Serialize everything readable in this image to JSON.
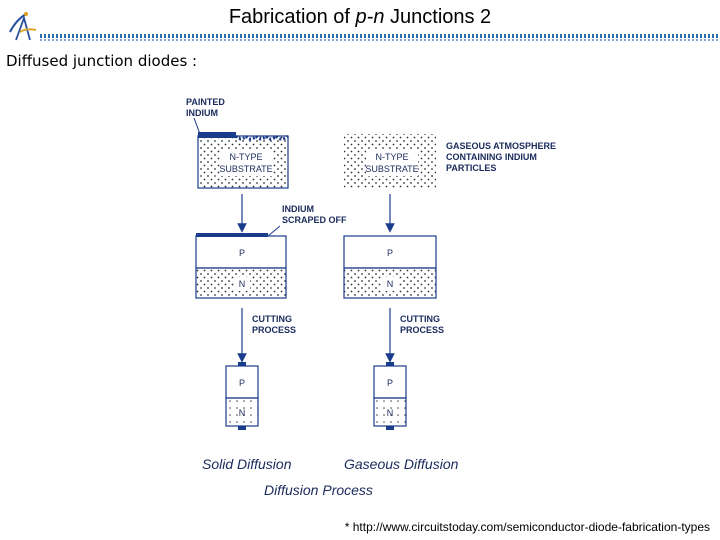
{
  "slide": {
    "title_before": "Fabrication of ",
    "title_italic": "p-n",
    "title_after": " Junctions 2",
    "subtitle": "Diffused junction diodes :",
    "source": "* http://www.circuitstoday.com/semiconductor-diode-fabrication-types"
  },
  "figure": {
    "painted_indium_1": "PAINTED",
    "painted_indium_2": "INDIUM",
    "substrate_1": "N-TYPE",
    "substrate_2": "SUBSTRATE",
    "gas_1": "GASEOUS ATMOSPHERE",
    "gas_2": "CONTAINING INDIUM",
    "gas_3": "PARTICLES",
    "scraped_1": "INDIUM",
    "scraped_2": "SCRAPED OFF",
    "p_label": "P",
    "n_label": "N",
    "cutting_1": "CUTTING",
    "cutting_2": "PROCESS",
    "solid_caption": "Solid Diffusion",
    "gaseous_caption": "Gaseous Diffusion",
    "process_caption": "Diffusion Process"
  }
}
